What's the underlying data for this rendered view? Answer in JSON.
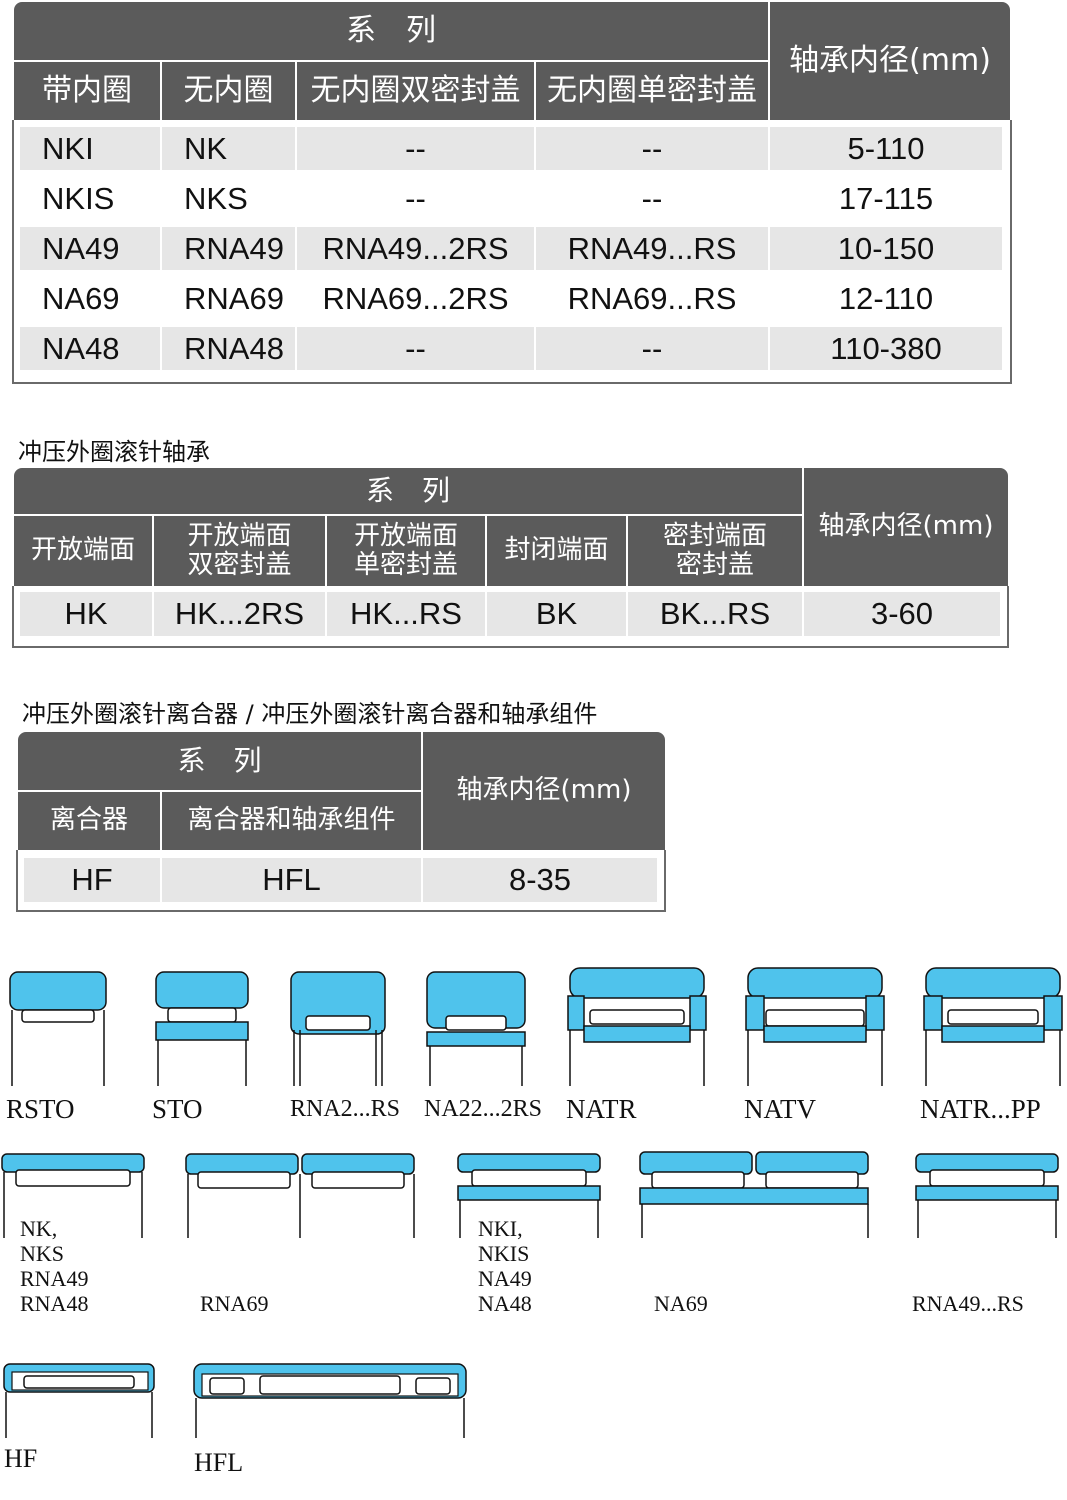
{
  "table1": {
    "series_header": "系　列",
    "bore_header": "轴承内径(mm)",
    "columns": [
      "带内圈",
      "无内圈",
      "无内圈双密封盖",
      "无内圈单密封盖"
    ],
    "rows": [
      [
        "NKI",
        "NK",
        "--",
        "--",
        "5-110"
      ],
      [
        "NKIS",
        "NKS",
        "--",
        "--",
        "17-115"
      ],
      [
        "NA49",
        "RNA49",
        "RNA49...2RS",
        "RNA49...RS",
        "10-150"
      ],
      [
        "NA69",
        "RNA69",
        "RNA69...2RS",
        "RNA69...RS",
        "12-110"
      ],
      [
        "NA48",
        "RNA48",
        "--",
        "--",
        "110-380"
      ]
    ]
  },
  "table2": {
    "title": "冲压外圈滚针轴承",
    "series_header": "系　列",
    "bore_header": "轴承内径(mm)",
    "columns": [
      [
        "开放端面"
      ],
      [
        "开放端面",
        "双密封盖"
      ],
      [
        "开放端面",
        "单密封盖"
      ],
      [
        "封闭端面"
      ],
      [
        "密封端面",
        "密封盖"
      ]
    ],
    "row": [
      "HK",
      "HK...2RS",
      "HK...RS",
      "BK",
      "BK...RS",
      "3-60"
    ]
  },
  "table3": {
    "title": "冲压外圈滚针离合器 / 冲压外圈滚针离合器和轴承组件",
    "series_header": "系　列",
    "bore_header": "轴承内径(mm)",
    "columns": [
      "离合器",
      "离合器和轴承组件"
    ],
    "row": [
      "HF",
      "HFL",
      "8-35"
    ]
  },
  "diagrams": {
    "row1": [
      "RSTO",
      "STO",
      "RNA2...RS",
      "NA22...2RS",
      "NATR",
      "NATV",
      "NATR...PP"
    ],
    "row2": [
      [
        "NK,",
        "NKS",
        "RNA49",
        "RNA48"
      ],
      [
        "RNA69"
      ],
      [
        "NKI,",
        "NKIS",
        "NA49",
        "NA48"
      ],
      [
        "NA69"
      ],
      [
        "RNA49...RS"
      ]
    ],
    "row3": [
      "HF",
      "HFL"
    ]
  },
  "colors": {
    "header": "#5b5b5b",
    "shade": "#e6e6e6",
    "bearing_blue": "#4fc3ec"
  }
}
